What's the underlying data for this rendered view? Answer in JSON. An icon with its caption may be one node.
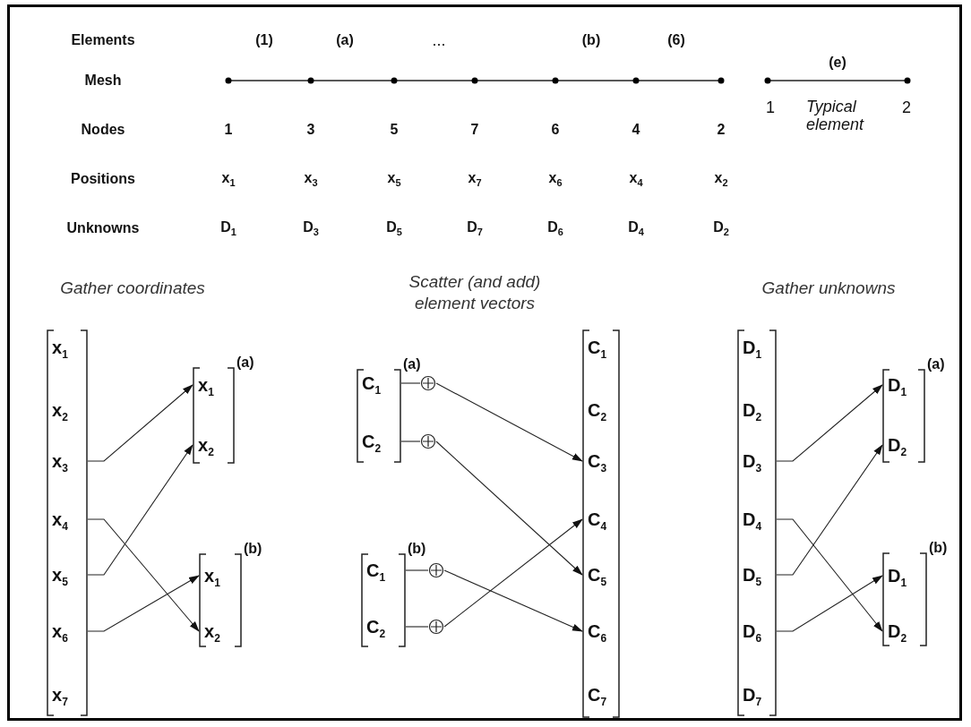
{
  "diagram": {
    "nodes": [
      {
        "text": [],
        "shape": "box"
      },
      {
        "text": [
          "x$_{1}$"
        ],
        "in": 0
      },
      {
        "text": [
          "x$_{2}$"
        ],
        "in": 0
      },
      {
        "text": [
          "x$_{3}$"
        ],
        "in": 0
      },
      {
        "text": [
          "x$_{4}$"
        ],
        "in": 0
      },
      {
        "text": [
          "x$_{5}$"
        ],
        "in": 0
      },
      {
        "text": [
          "x$_{6}$"
        ],
        "in": 0
      },
      {
        "text": [
          "x$_{7}$"
        ],
        "in": 0
      },
      {
        "text": [
          "(a)"
        ]
      },
      {
        "text": [
          "x$_{1}$"
        ],
        "in": 8
      },
      {
        "text": [
          "x$_{2}$"
        ],
        "in": 8
      },
      {
        "text": [
          "(b)"
        ]
      },
      {
        "text": [
          "x$_{1}$"
        ],
        "in": 11
      },
      {
        "text": [
          "x$_{2}$"
        ],
        "in": 11
      },
      {
        "text": [
          "(a)"
        ]
      },
      {
        "text": [
          "C$_{1}$"
        ],
        "in": 14
      },
      {
        "text": [
          "C$_{2}$"
        ],
        "in": 14
      },
      {
        "text": [],
        "shape": "circle"
      },
      {
        "text": [],
        "shape": "circle"
      },
      {
        "text": [
          "(b)"
        ]
      },
      {
        "text": [
          "C$_{1}$"
        ],
        "in": 19
      },
      {
        "text": [
          "C$_{2}$"
        ],
        "in": 19
      },
      {
        "text": [],
        "shape": "circle"
      },
      {
        "text": [],
        "shape": "circle"
      },
      {
        "text": [],
        "shape": "box"
      },
      {
        "text": [
          "C$_{1}$"
        ],
        "in": 24
      },
      {
        "text": [
          "C$_{2}$"
        ],
        "in": 24
      },
      {
        "text": [
          "C$_{3}$"
        ],
        "in": 24
      },
      {
        "text": [
          "C$_{4}$"
        ],
        "in": 24
      },
      {
        "text": [
          "C$_{5}$"
        ],
        "in": 24
      },
      {
        "text": [
          "C$_{6}$"
        ],
        "in": 24
      },
      {
        "text": [
          "C$_{7}$"
        ],
        "in": 24
      },
      {
        "text": [],
        "shape": "box"
      },
      {
        "text": [
          "D$_{1}$"
        ],
        "in": 32
      },
      {
        "text": [
          "D$_{2}$"
        ],
        "in": 32
      },
      {
        "text": [
          "D$_{3}$"
        ],
        "in": 32
      },
      {
        "text": [
          "D$_{4}$"
        ],
        "in": 32
      },
      {
        "text": [
          "D$_{5}$"
        ],
        "in": 32
      },
      {
        "text": [
          "D$_{6}$"
        ],
        "in": 32
      },
      {
        "text": [
          "D$_{7}$"
        ],
        "in": 32
      },
      {
        "text": [
          "(a)"
        ]
      },
      {
        "text": [
          "D$_{1}$"
        ],
        "in": 40
      },
      {
        "text": [
          "D$_{2}$"
        ],
        "in": 40
      },
      {
        "text": [
          "(b)"
        ]
      },
      {
        "text": [
          "D$_{1}$"
        ],
        "in": 43
      },
      {
        "text": [
          "D$_{2}$"
        ],
        "in": 43
      }
    ],
    "edges": [
      {
        "from": 3,
        "to": 9,
        "arrow": "to"
      },
      {
        "from": 5,
        "to": 10,
        "arrow": "to"
      },
      {
        "from": 4,
        "to": 13,
        "arrow": "to"
      },
      {
        "from": 6,
        "to": 12,
        "arrow": "to"
      },
      {
        "from": 15,
        "to": 17,
        "arrow": "none"
      },
      {
        "from": 17,
        "to": 27,
        "arrow": "to"
      },
      {
        "from": 16,
        "to": 18,
        "arrow": "none"
      },
      {
        "from": 18,
        "to": 29,
        "arrow": "to"
      },
      {
        "from": 20,
        "to": 22,
        "arrow": "none"
      },
      {
        "from": 22,
        "to": 30,
        "arrow": "to"
      },
      {
        "from": 21,
        "to": 23,
        "arrow": "none"
      },
      {
        "from": 23,
        "to": 28,
        "arrow": "to"
      },
      {
        "from": 35,
        "to": 41,
        "arrow": "to"
      },
      {
        "from": 37,
        "to": 42,
        "arrow": "to"
      },
      {
        "from": 36,
        "to": 45,
        "arrow": "to"
      },
      {
        "from": 38,
        "to": 44,
        "arrow": "to"
      }
    ],
    "labels": [
      "Elements",
      "(1)",
      "(a)",
      "...",
      "(b)",
      "(6)",
      "(e)",
      "Mesh",
      "1",
      "Typical element",
      "2",
      "Nodes",
      "1",
      "3",
      "5",
      "7",
      "6",
      "4",
      "2",
      "Positions",
      "x$_{1}$",
      "x$_{3}$",
      "x$_{5}$",
      "x$_{7}$",
      "x$_{6}$",
      "x$_{4}$",
      "x$_{2}$",
      "Unknowns",
      "D$_{1}$",
      "D$_{3}$",
      "D$_{5}$",
      "D$_{7}$",
      "D$_{6}$",
      "D$_{4}$",
      "D$_{2}$",
      "Gather coordinates",
      "Scatter (and add) element vectors",
      "Gather unknowns"
    ]
  }
}
